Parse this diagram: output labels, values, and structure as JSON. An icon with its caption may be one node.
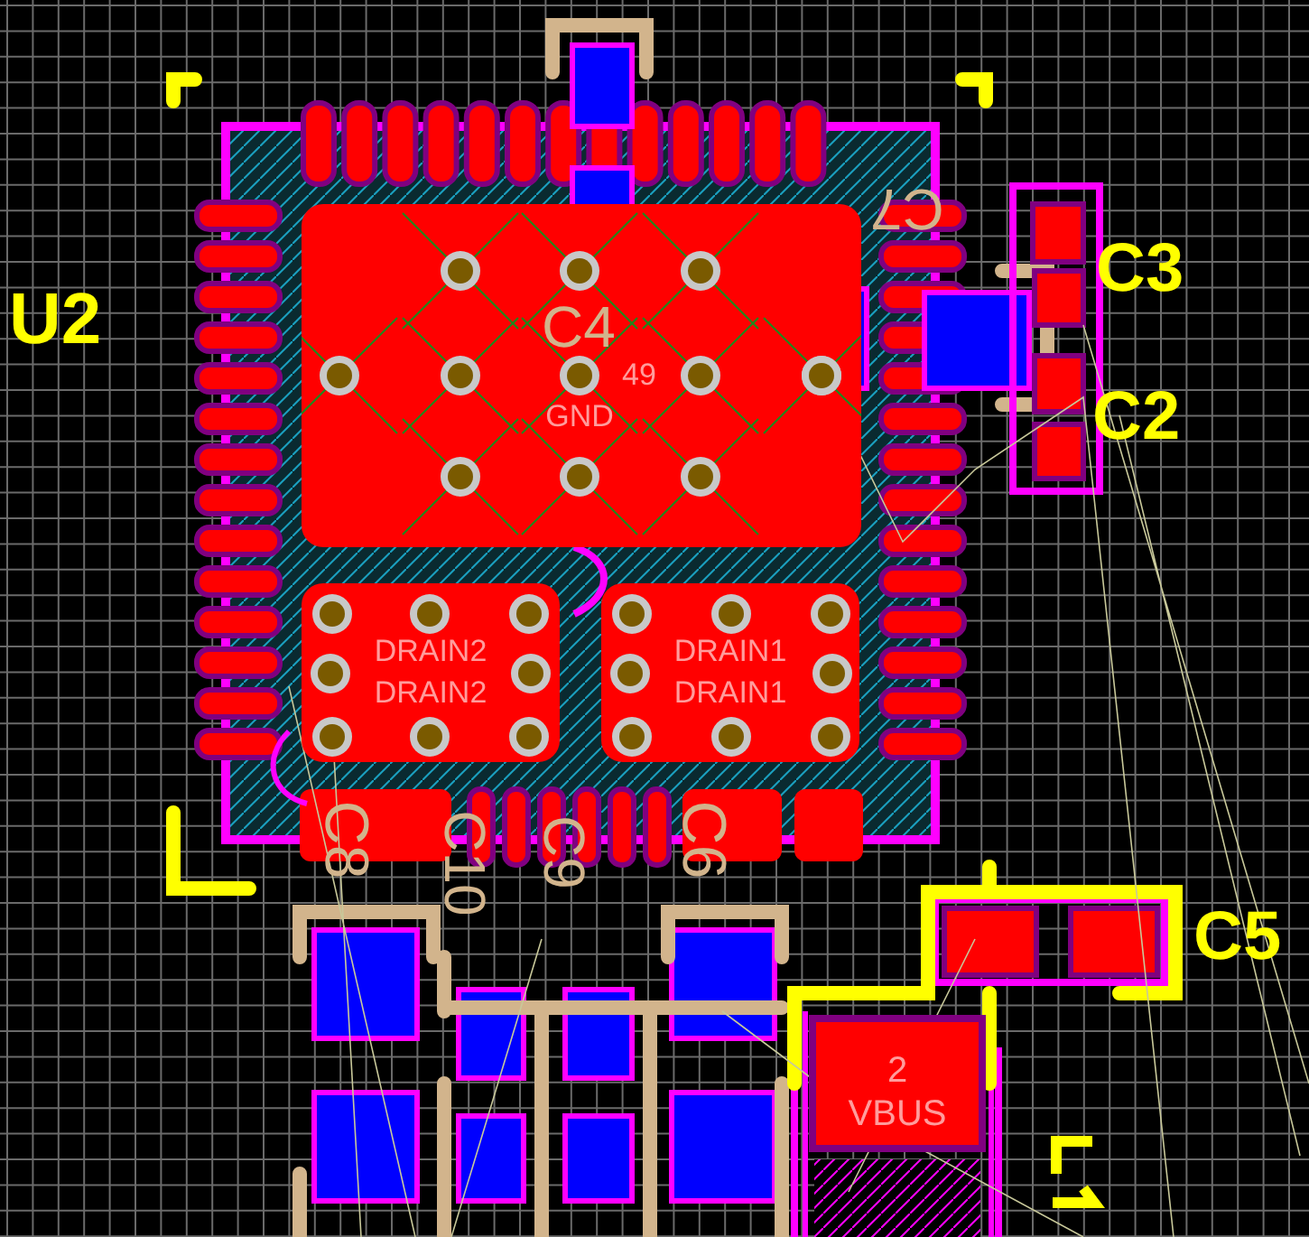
{
  "diagram": {
    "nodes": [
      {
        "text": [
          "49",
          "GND"
        ]
      },
      {
        "text": [
          "DRAIN2",
          "DRAIN2"
        ]
      },
      {
        "text": [
          "DRAIN1",
          "DRAIN1"
        ]
      },
      {
        "text": [
          "2",
          "VBUS"
        ]
      }
    ],
    "labels": [
      "U2",
      "C3",
      "C2",
      "C5",
      "C4",
      "C7",
      "C8",
      "C10",
      "C9",
      "C6"
    ]
  }
}
